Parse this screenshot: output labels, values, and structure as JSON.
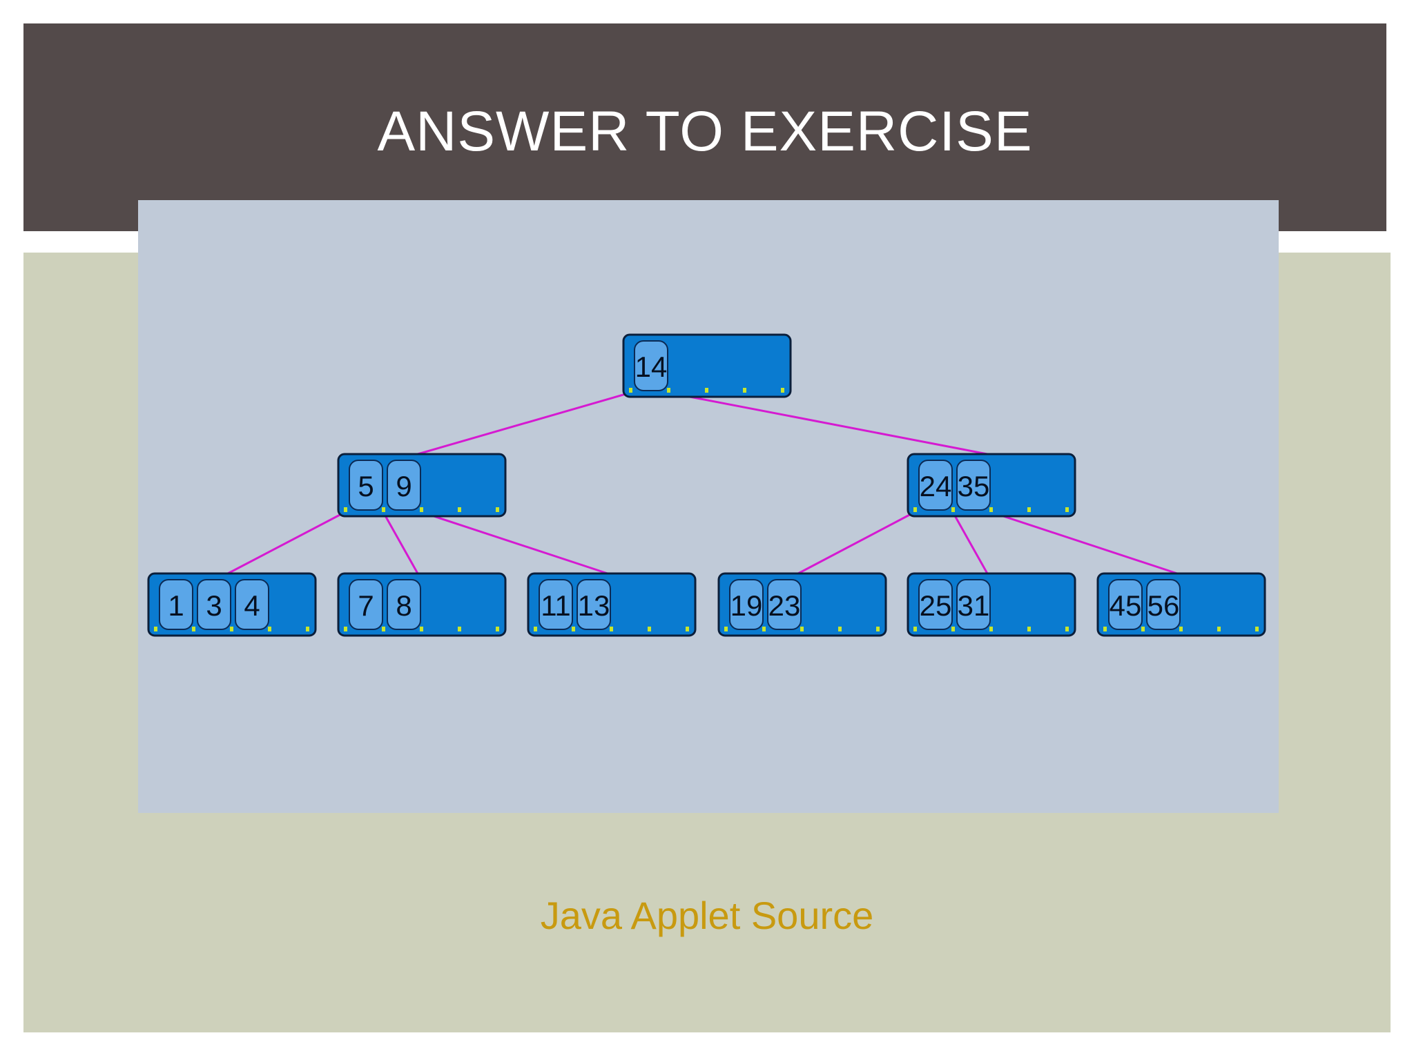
{
  "slide": {
    "title": "ANSWER TO EXERCISE",
    "caption": "Java Applet Source"
  },
  "colors": {
    "header": "#534a4a",
    "background": "#ced1bb",
    "panel": "#c0cad8",
    "node": "#0a7bd0",
    "key": "#5aa6e8",
    "edge": "#d51ad1",
    "caption": "#c89a10"
  },
  "tree": {
    "root": {
      "keys": [
        "14"
      ]
    },
    "level1": [
      {
        "keys": [
          "5",
          "9"
        ]
      },
      {
        "keys": [
          "24",
          "35"
        ]
      }
    ],
    "level2": [
      {
        "keys": [
          "1",
          "3",
          "4"
        ]
      },
      {
        "keys": [
          "7",
          "8"
        ]
      },
      {
        "keys": [
          "11",
          "13"
        ]
      },
      {
        "keys": [
          "19",
          "23"
        ]
      },
      {
        "keys": [
          "25",
          "31"
        ]
      },
      {
        "keys": [
          "45",
          "56"
        ]
      }
    ]
  }
}
